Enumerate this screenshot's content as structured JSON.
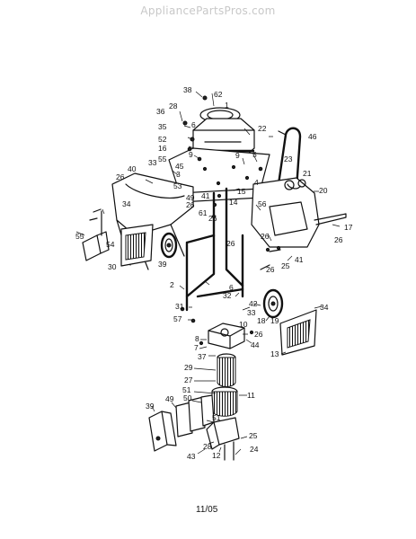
{
  "watermark": "AppliancePartsPros.com",
  "footer": "11/05",
  "callouts": [
    {
      "id": "c38",
      "text": "38"
    },
    {
      "id": "c62",
      "text": "62"
    },
    {
      "id": "c1",
      "text": "1"
    },
    {
      "id": "c36",
      "text": "36"
    },
    {
      "id": "c28a",
      "text": "28"
    },
    {
      "id": "c35",
      "text": "35"
    },
    {
      "id": "c6a",
      "text": "6"
    },
    {
      "id": "c22",
      "text": "22"
    },
    {
      "id": "c46",
      "text": "46"
    },
    {
      "id": "c52",
      "text": "52"
    },
    {
      "id": "c16",
      "text": "16"
    },
    {
      "id": "c9a",
      "text": "9"
    },
    {
      "id": "c55a",
      "text": "55"
    },
    {
      "id": "c45",
      "text": "45"
    },
    {
      "id": "c3",
      "text": "3"
    },
    {
      "id": "c9b",
      "text": "9"
    },
    {
      "id": "c5",
      "text": "5"
    },
    {
      "id": "c23",
      "text": "23"
    },
    {
      "id": "c21",
      "text": "21"
    },
    {
      "id": "c40",
      "text": "40"
    },
    {
      "id": "c33a",
      "text": "33"
    },
    {
      "id": "c26a",
      "text": "26"
    },
    {
      "id": "c53",
      "text": "53"
    },
    {
      "id": "c4",
      "text": "4"
    },
    {
      "id": "c15",
      "text": "15"
    },
    {
      "id": "c20",
      "text": "20"
    },
    {
      "id": "c49a",
      "text": "49"
    },
    {
      "id": "c41a",
      "text": "41"
    },
    {
      "id": "c26b",
      "text": "26"
    },
    {
      "id": "c34a",
      "text": "34"
    },
    {
      "id": "c61",
      "text": "61"
    },
    {
      "id": "c14",
      "text": "14"
    },
    {
      "id": "c56",
      "text": "56"
    },
    {
      "id": "c26c",
      "text": "26"
    },
    {
      "id": "c17",
      "text": "17"
    },
    {
      "id": "c55b",
      "text": "55"
    },
    {
      "id": "c54",
      "text": "54"
    },
    {
      "id": "c26d",
      "text": "26"
    },
    {
      "id": "c26e",
      "text": "26"
    },
    {
      "id": "c26f",
      "text": "26"
    },
    {
      "id": "c30",
      "text": "30"
    },
    {
      "id": "c39a",
      "text": "39"
    },
    {
      "id": "c41b",
      "text": "41"
    },
    {
      "id": "c25a",
      "text": "25"
    },
    {
      "id": "c26g",
      "text": "26"
    },
    {
      "id": "c2",
      "text": "2"
    },
    {
      "id": "c6b",
      "text": "6"
    },
    {
      "id": "c32",
      "text": "32"
    },
    {
      "id": "c42",
      "text": "42"
    },
    {
      "id": "c31",
      "text": "31"
    },
    {
      "id": "c33b",
      "text": "33"
    },
    {
      "id": "c18",
      "text": "18"
    },
    {
      "id": "c19",
      "text": "19"
    },
    {
      "id": "c34b",
      "text": "34"
    },
    {
      "id": "c57",
      "text": "57"
    },
    {
      "id": "c10",
      "text": "10"
    },
    {
      "id": "c26h",
      "text": "26"
    },
    {
      "id": "c8",
      "text": "8"
    },
    {
      "id": "c7",
      "text": "7"
    },
    {
      "id": "c44",
      "text": "44"
    },
    {
      "id": "c13",
      "text": "13"
    },
    {
      "id": "c37",
      "text": "37"
    },
    {
      "id": "c29",
      "text": "29"
    },
    {
      "id": "c27",
      "text": "27"
    },
    {
      "id": "c51a",
      "text": "51"
    },
    {
      "id": "c50",
      "text": "50"
    },
    {
      "id": "c11",
      "text": "11"
    },
    {
      "id": "c49b",
      "text": "49"
    },
    {
      "id": "c39b",
      "text": "39"
    },
    {
      "id": "c51b",
      "text": "51"
    },
    {
      "id": "c25b",
      "text": "25"
    },
    {
      "id": "c28b",
      "text": "28"
    },
    {
      "id": "c24",
      "text": "24"
    },
    {
      "id": "c43",
      "text": "43"
    },
    {
      "id": "c12",
      "text": "12"
    }
  ]
}
